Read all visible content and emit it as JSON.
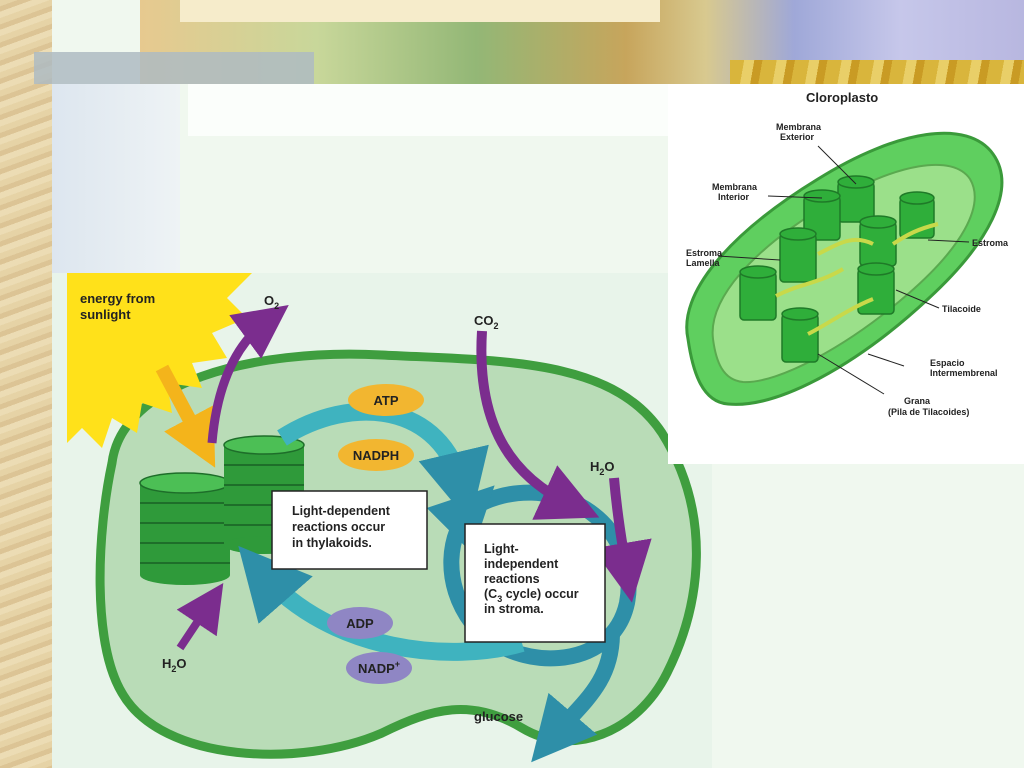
{
  "main_diagram": {
    "sun_label_1": "energy from",
    "sun_label_2": "sunlight",
    "o2": "O",
    "o2_sub": "2",
    "co2": "CO",
    "co2_sub": "2",
    "h2o_top": "H",
    "h2o_top_sub": "2",
    "h2o_top_end": "O",
    "h2o_bottom": "H",
    "h2o_bottom_sub": "2",
    "h2o_bottom_end": "O",
    "atp": "ATP",
    "nadph": "NADPH",
    "adp": "ADP",
    "nadp": "NADP",
    "nadp_sup": "+",
    "glucose": "glucose",
    "light_dep": [
      "Light-dependent",
      "reactions occur",
      "in thylakoids."
    ],
    "light_indep_1": "Light-",
    "light_indep_2": "independent",
    "light_indep_3": "reactions",
    "light_indep_4a": "(C",
    "light_indep_4sub": "3",
    "light_indep_4b": " cycle) occur",
    "light_indep_5": "in stroma."
  },
  "chloroplast": {
    "title": "Cloroplasto",
    "membrana_exterior": [
      "Membrana",
      "Exterior"
    ],
    "membrana_interior": [
      "Membrana",
      "Interior"
    ],
    "estroma_lamella": [
      "Estroma",
      "Lamella"
    ],
    "estroma": "Estroma",
    "tilacoide": "Tilacoide",
    "espacio": [
      "Espacio",
      "Intermembrenal"
    ],
    "grana": [
      "Grana",
      "(Pila de Tilacoides)"
    ]
  },
  "colors": {
    "stroma_fill": "#b9dcb7",
    "membrane": "#3f9e3f",
    "thylakoid": "#2f9a3a",
    "arrow_purple": "#7b2d8e",
    "arrow_teal": "#3fb3bf",
    "atp_badge": "#f2b630",
    "adp_badge": "#8f86c4",
    "sun": "#ffe11a"
  }
}
